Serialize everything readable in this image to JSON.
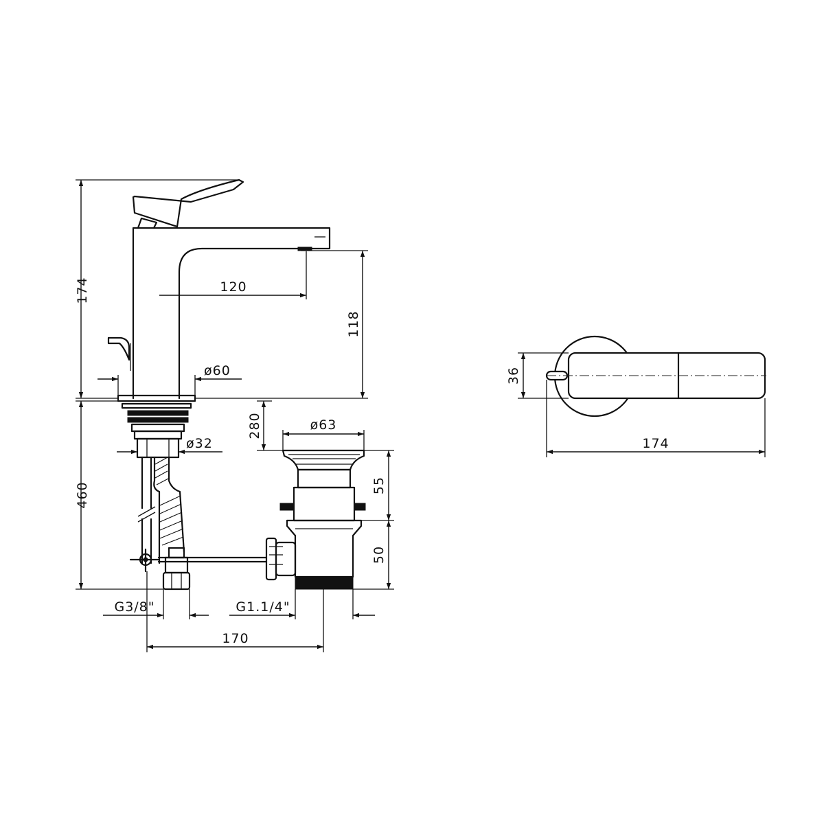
{
  "labels": {
    "overall_height": "174",
    "spout_reach": "120",
    "spout_height": "118",
    "base_diameter": "ø60",
    "max_deck_thickness": "280",
    "shank_diameter": "ø32",
    "waste_flange_diameter": "ø63",
    "waste_upper_height": "55",
    "waste_lower_height": "50",
    "hose_length": "460",
    "supply_thread": "G3/8\"",
    "waste_thread": "G1.1/4\"",
    "rod_length": "170",
    "top_view_depth": "36",
    "top_view_length": "174"
  },
  "colors": {
    "line": "#111111",
    "background": "#ffffff"
  }
}
